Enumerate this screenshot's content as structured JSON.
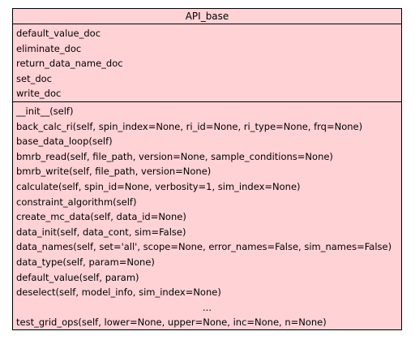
{
  "class_name": "API_base",
  "attributes": [
    "default_value_doc",
    "eliminate_doc",
    "return_data_name_doc",
    "set_doc",
    "write_doc"
  ],
  "methods": [
    "__init__(self)",
    "back_calc_ri(self, spin_index=None, ri_id=None, ri_type=None, frq=None)",
    "base_data_loop(self)",
    "bmrb_read(self, file_path, version=None, sample_conditions=None)",
    "bmrb_write(self, file_path, version=None)",
    "calculate(self, spin_id=None, verbosity=1, sim_index=None)",
    "constraint_algorithm(self)",
    "create_mc_data(self, data_id=None)",
    "data_init(self, data_cont, sim=False)",
    "data_names(self, set='all', scope=None, error_names=False, sim_names=False)",
    "data_type(self, param=None)",
    "default_value(self, param)",
    "deselect(self, model_info, sim_index=None)"
  ],
  "ellipsis": "...",
  "last_method": "test_grid_ops(self, lower=None, upper=None, inc=None, n=None)",
  "colors": {
    "fill": "#ffd2d6",
    "border": "#000000"
  }
}
